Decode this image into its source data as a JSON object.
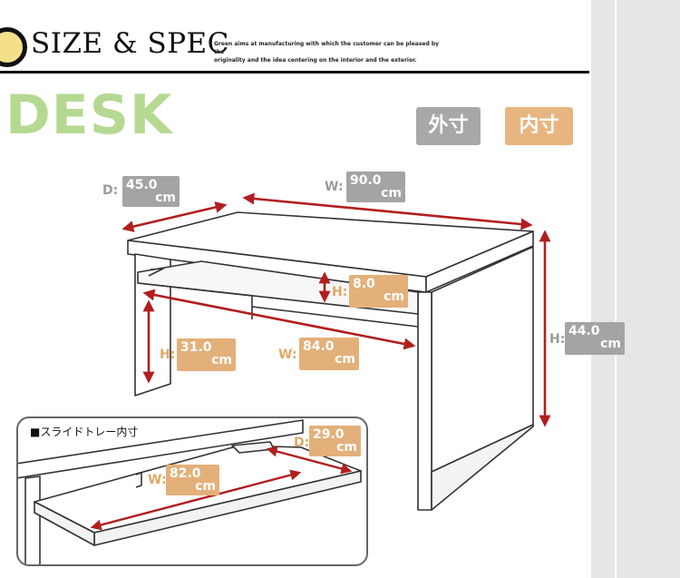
{
  "header": {
    "title": "SIZE & SPEC",
    "tagline_line1": "Green aims at manufacturing with which the customer can be pleased by the",
    "tagline_line2": "originality and the idea centering on the interior and the exterior."
  },
  "product_title": "DESK",
  "legend": {
    "outer_label": "外寸",
    "inner_label": "内寸",
    "outer_color": "#a8a8a8",
    "inner_color": "#e7b580"
  },
  "dimensions": {
    "depth_outer": {
      "letter": "D:",
      "value": "45.0",
      "unit": "cm"
    },
    "width_outer": {
      "letter": "W:",
      "value": "90.0",
      "unit": "cm"
    },
    "height_outer": {
      "letter": "H:",
      "value": "44.0",
      "unit": "cm"
    },
    "shelf_height_inner": {
      "letter": "H:",
      "value": "8.0",
      "unit": "cm"
    },
    "leg_height_inner": {
      "letter": "H:",
      "value": "31.0",
      "unit": "cm"
    },
    "width_inner": {
      "letter": "W:",
      "value": "84.0",
      "unit": "cm"
    }
  },
  "inset": {
    "caption": "■スライドトレー内寸",
    "depth_inner": {
      "letter": "D:",
      "value": "29.0",
      "unit": "cm"
    },
    "width_inner": {
      "letter": "W:",
      "value": "82.0",
      "unit": "cm"
    }
  },
  "colors": {
    "arrow": "#b21e1e",
    "desk_title": "#b6d992",
    "grey_label": "#a4a4a4",
    "orange_label": "#e3b07a"
  }
}
